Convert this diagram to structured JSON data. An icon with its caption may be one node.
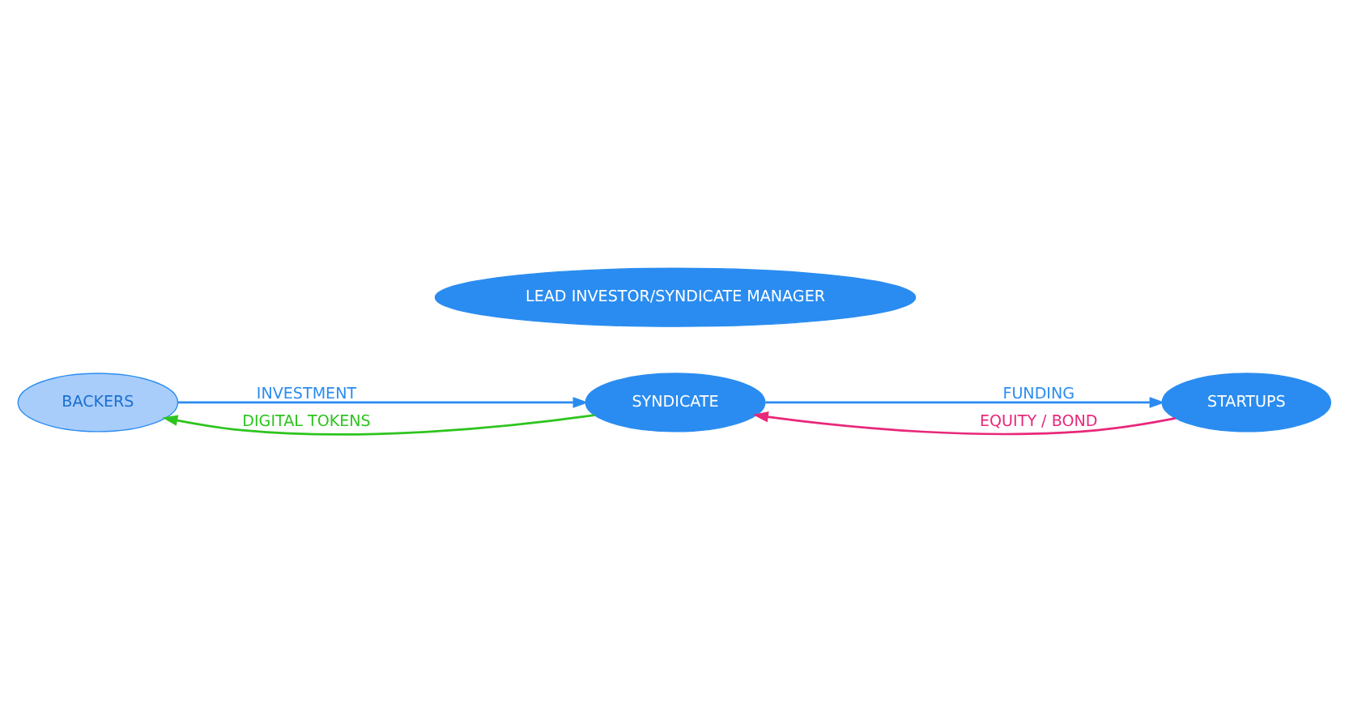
{
  "diagram": {
    "nodes": [
      {
        "text": [
          "BACKERS"
        ]
      },
      {
        "text": [
          "LEAD INVESTOR/SYNDICATE MANAGER"
        ]
      },
      {
        "text": [
          "SYNDICATE"
        ]
      },
      {
        "text": [
          "STARTUPS"
        ]
      }
    ],
    "edges": [
      {
        "from": 0,
        "to": 2,
        "arrow": "to",
        "label": "INVESTMENT"
      },
      {
        "from": 2,
        "to": 0,
        "arrow": "to",
        "label": "DIGITAL TOKENS",
        "color": "#2ec41e"
      },
      {
        "from": 2,
        "to": 3,
        "arrow": "to",
        "label": "FUNDING"
      },
      {
        "from": 3,
        "to": 2,
        "arrow": "to",
        "label": "EQUITY / BOND",
        "color": "#e8287a"
      }
    ]
  }
}
